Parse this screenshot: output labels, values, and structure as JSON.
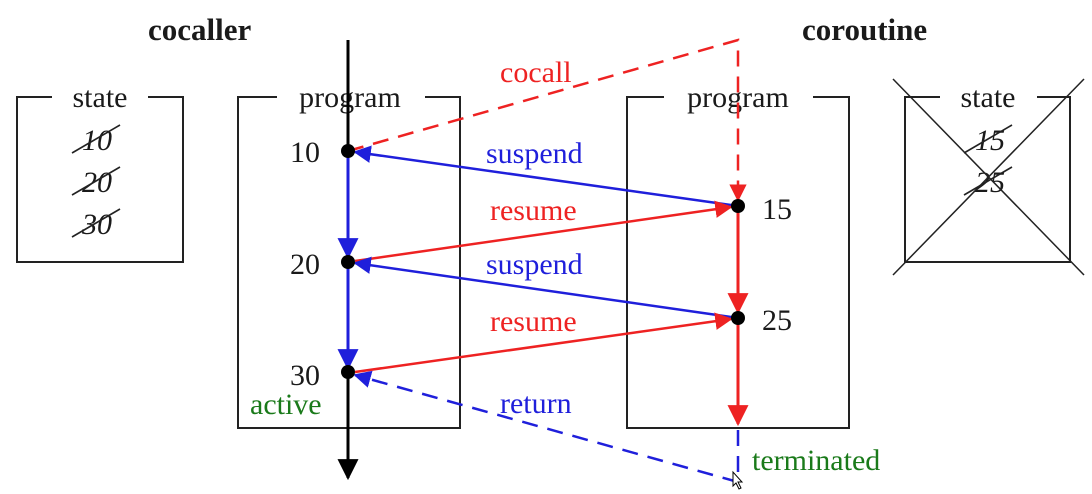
{
  "titles": {
    "cocaller": "cocaller",
    "coroutine": "coroutine"
  },
  "boxes": {
    "cocaller_state": {
      "label": "state",
      "values": [
        "10",
        "20",
        "30"
      ]
    },
    "cocaller_program": {
      "label": "program",
      "lines": [
        "10",
        "20",
        "30"
      ]
    },
    "coroutine_program": {
      "label": "program",
      "lines": [
        "15",
        "25"
      ]
    },
    "coroutine_state": {
      "label": "state",
      "values": [
        "15",
        "25"
      ]
    }
  },
  "arrows": {
    "cocall": "cocall",
    "suspend1": "suspend",
    "resume1": "resume",
    "suspend2": "suspend",
    "resume2": "resume",
    "return": "return"
  },
  "status": {
    "active": "active",
    "terminated": "terminated"
  },
  "colors": {
    "blue": "#1f1fdb",
    "red": "#ee2222",
    "green": "#1a7a1a",
    "black": "#000000"
  }
}
